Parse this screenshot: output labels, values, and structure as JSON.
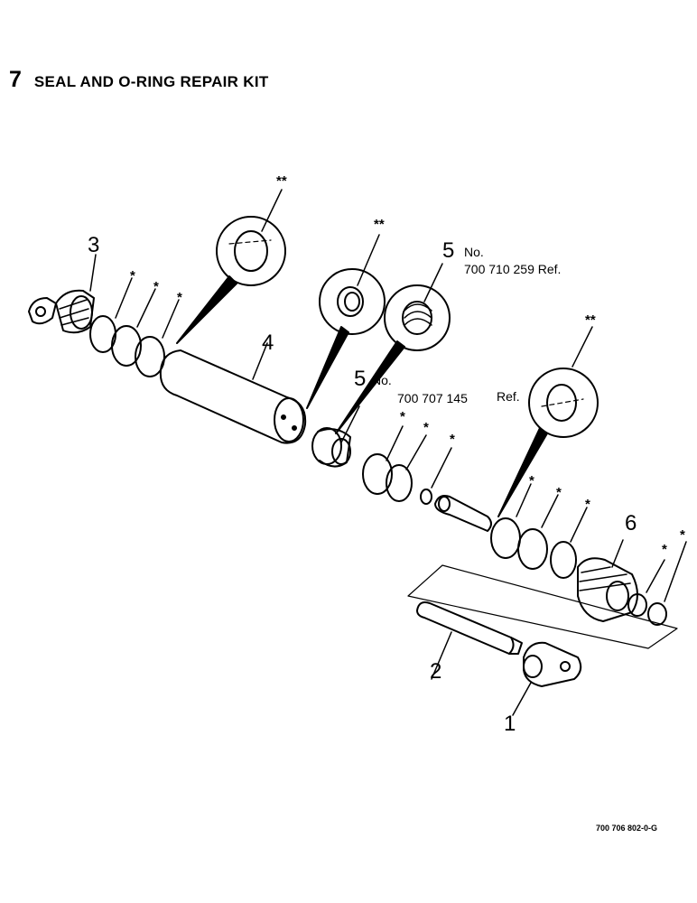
{
  "title": {
    "number": "7",
    "text": "SEAL AND O-RING REPAIR KIT"
  },
  "callouts": {
    "c1": "1",
    "c2": "2",
    "c3": "3",
    "c4": "4",
    "c5a": "5",
    "c5b": "5",
    "c6": "6"
  },
  "notes": {
    "upper": {
      "line1": "No.",
      "line2": "700 710 259 Ref."
    },
    "lower_no": "No.",
    "lower_num": "700 707 145",
    "lower_ref": "Ref."
  },
  "markers": {
    "single": "*",
    "double": "**"
  },
  "figure_id": "700 706 802-0-G"
}
